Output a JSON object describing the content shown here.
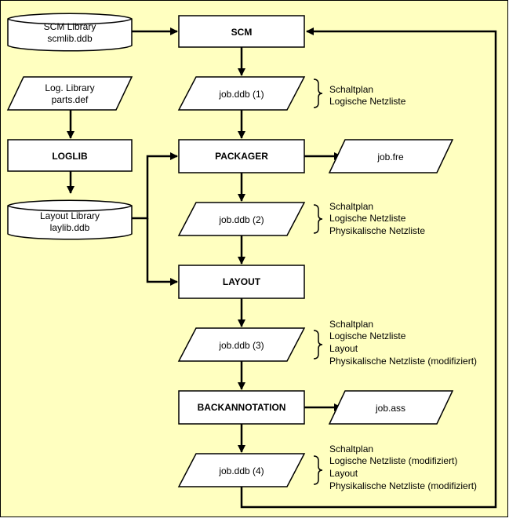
{
  "sources": {
    "scm_library": {
      "line1": "SCM Library",
      "line2": "scmlib.ddb"
    },
    "log_library": {
      "line1": "Log. Library",
      "line2": "parts.def"
    },
    "loglib": "LOGLIB",
    "layout_library": {
      "line1": "Layout Library",
      "line2": "laylib.ddb"
    }
  },
  "processes": {
    "scm": "SCM",
    "packager": "PACKAGER",
    "layout": "LAYOUT",
    "backannotation": "BACKANNOTATION"
  },
  "files": {
    "job1": "job.ddb (1)",
    "job2": "job.ddb (2)",
    "job3": "job.ddb (3)",
    "job4": "job.ddb (4)",
    "jobfre": "job.fre",
    "jobass": "job.ass"
  },
  "notes": {
    "job1": [
      "Schaltplan",
      "Logische Netzliste"
    ],
    "job2": [
      "Schaltplan",
      "Logische Netzliste",
      "Physikalische Netzliste"
    ],
    "job3": [
      "Schaltplan",
      "Logische Netzliste",
      "Layout",
      "Physikalische Netzliste (modifiziert)"
    ],
    "job4": [
      "Schaltplan",
      "Logische Netzliste (modifiziert)",
      "Layout",
      "Physikalische Netzliste (modifiziert)"
    ]
  },
  "colors": {
    "background": "#ffffc0",
    "shape_fill": "#ffffff",
    "stroke": "#000000"
  }
}
